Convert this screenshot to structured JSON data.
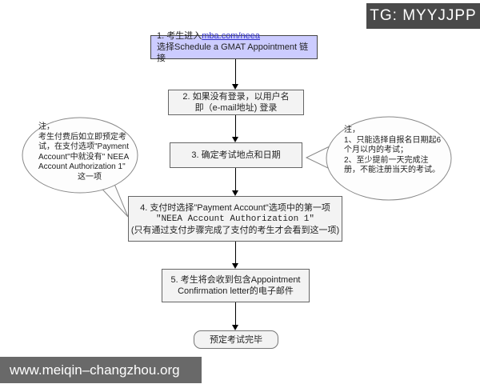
{
  "badge": {
    "text": "TG: MYYJJPP",
    "bg": "#4a4a4a"
  },
  "watermark": {
    "text": "www.meiqin–changzhou.org",
    "bg": "#696969"
  },
  "colors": {
    "step1_bg": "#ccccff",
    "box_bg": "#f3f3f3",
    "link": "#3333cc",
    "arrow": "#000000"
  },
  "flow": {
    "step1": {
      "prefix": "1. 考生进入",
      "link": "mba.com/neea",
      "line2": "选择Schedule a GMAT Appointment 链接"
    },
    "step2": {
      "line1": "2. 如果没有登录，以用户名",
      "line2": "即（e-mail地址) 登录"
    },
    "step3": {
      "line1": "3. 确定考试地点和日期"
    },
    "step4": {
      "line1": "4. 支付时选择\"Payment Account\"选项中的第一项",
      "line2": "\"NEEA Account  Authorization 1\"",
      "line3": "(只有通过支付步骤完成了支付的考生才会看到这一项)"
    },
    "step5": {
      "line1": "5. 考生将会收到包含Appointment",
      "line2": "Confirmation letter的电子邮件"
    },
    "end": {
      "label": "预定考试完毕"
    }
  },
  "notes": {
    "left": {
      "lines": [
        "注，",
        "考生付费后如立即预定考",
        "试，在支付选项\"Payment",
        "Account\"中就没有\" NEEA",
        "Account Authorization 1\"",
        "这一项"
      ]
    },
    "right": {
      "lines": [
        "注，",
        "1、只能选择自报名日期起6",
        "个月以内的考试；",
        "2、至少提前一天完成注",
        "册，不能注册当天的考试。"
      ]
    }
  }
}
